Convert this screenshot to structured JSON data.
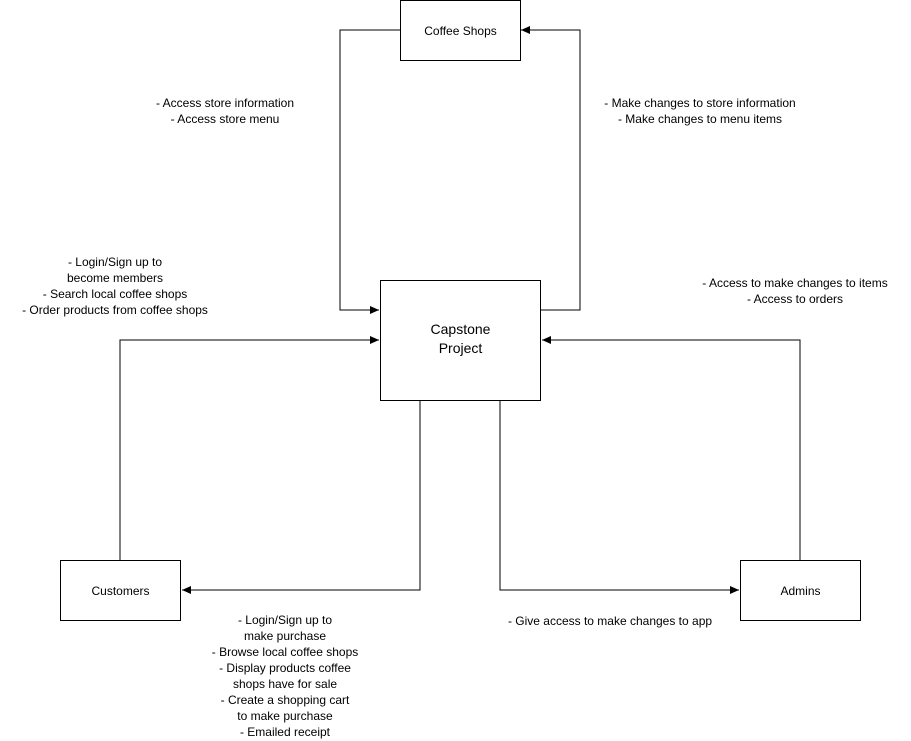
{
  "diagram": {
    "nodes": {
      "coffee_shops": {
        "label": "Coffee Shops"
      },
      "capstone": {
        "label": "Capstone\nProject"
      },
      "customers": {
        "label": "Customers"
      },
      "admins": {
        "label": "Admins"
      }
    },
    "annotations": {
      "coffee_to_capstone": {
        "lines": [
          "- Access store information",
          "- Access store menu"
        ]
      },
      "capstone_to_coffee": {
        "lines": [
          "- Make changes to store information",
          "- Make changes to menu items"
        ]
      },
      "customers_to_capstone": {
        "lines": [
          "- Login/Sign up to",
          "become members",
          "- Search local coffee shops",
          "- Order products from coffee shops"
        ]
      },
      "admins_to_capstone": {
        "lines": [
          "- Access to make changes to items",
          "- Access to orders"
        ]
      },
      "capstone_to_customers": {
        "lines": [
          "- Login/Sign up to",
          "make purchase",
          "- Browse local coffee shops",
          "- Display products coffee",
          "shops have for sale",
          "- Create a shopping cart",
          "to make purchase",
          "- Emailed receipt"
        ]
      },
      "capstone_to_admins": {
        "lines": [
          "- Give access to make changes to app"
        ]
      }
    }
  }
}
